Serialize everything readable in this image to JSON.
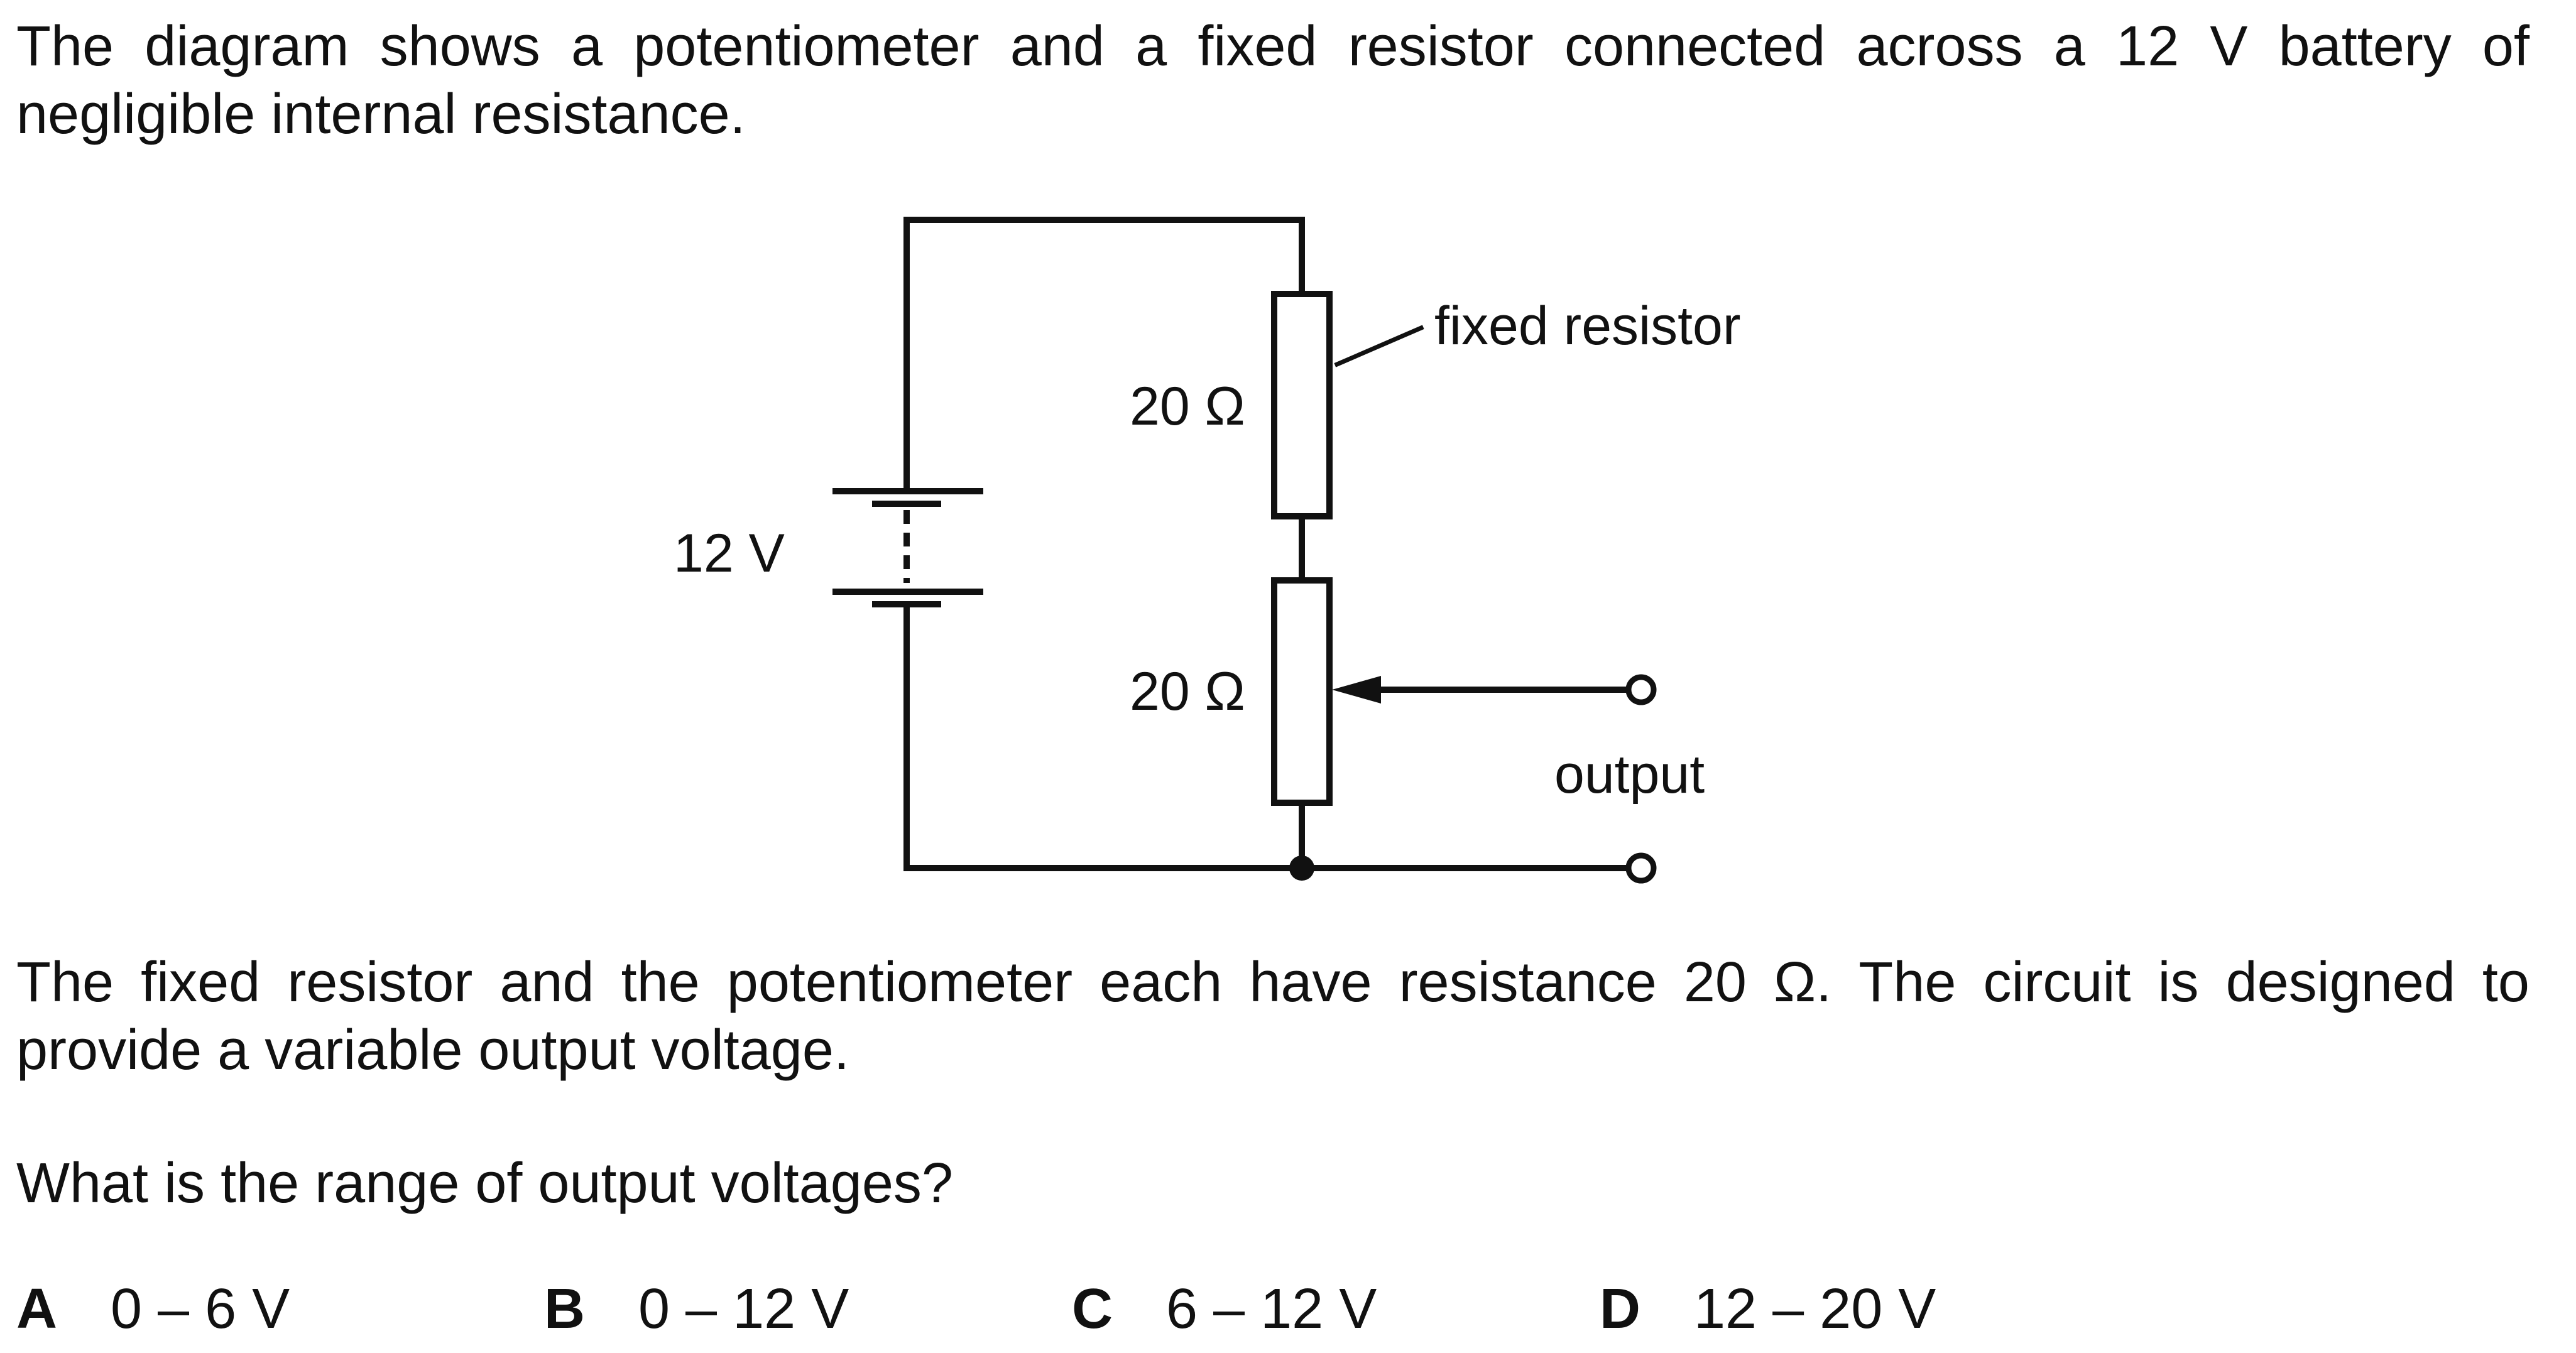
{
  "question": {
    "intro": "The diagram shows a potentiometer and a fixed resistor connected across a 12 V battery of negligible internal resistance.",
    "description": "The fixed resistor and the potentiometer each have resistance 20 Ω. The circuit is designed to provide a variable output voltage.",
    "prompt": "What is the range of output voltages?"
  },
  "diagram": {
    "battery_label": "12 V",
    "fixed_resistor_value": "20 Ω",
    "potentiometer_value": "20 Ω",
    "fixed_resistor_label": "fixed resistor",
    "output_label": "output"
  },
  "options": [
    {
      "letter": "A",
      "text": "0 – 6 V"
    },
    {
      "letter": "B",
      "text": "0 – 12 V"
    },
    {
      "letter": "C",
      "text": "6 – 12 V"
    },
    {
      "letter": "D",
      "text": "12 – 20 V"
    }
  ]
}
